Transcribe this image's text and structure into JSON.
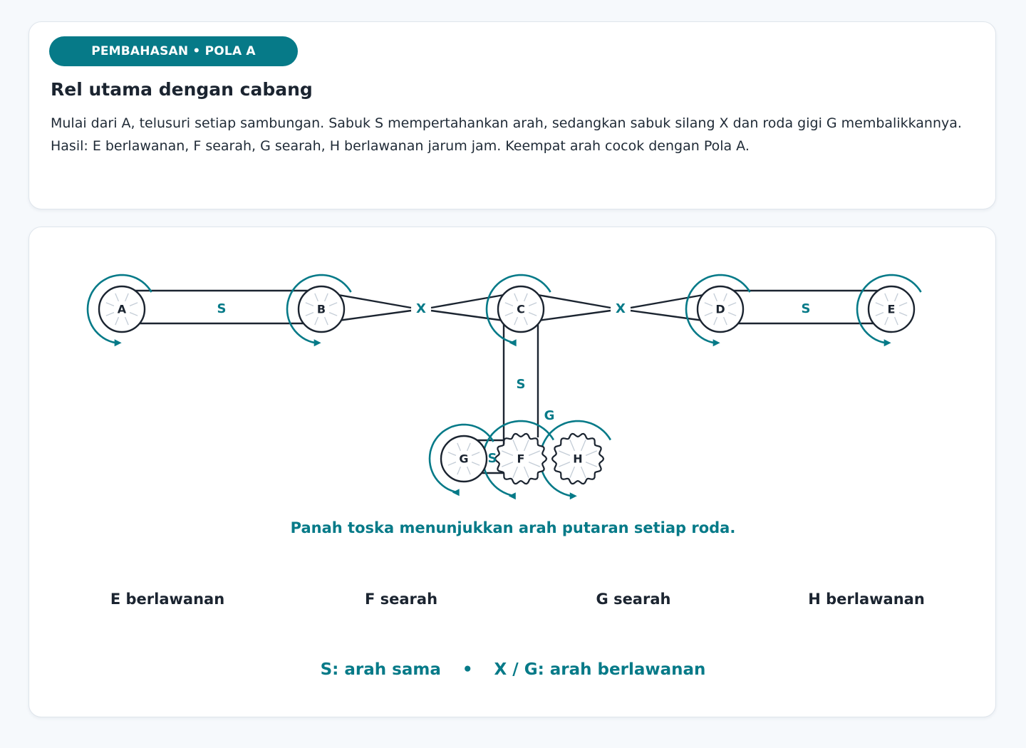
{
  "header": {
    "badge": "PEMBAHASAN • POLA A",
    "title": "Rel utama dengan cabang",
    "description": "Mulai dari A, telusuri setiap sambungan. Sabuk S mempertahankan arah, sedangkan sabuk silang X dan roda gigi G membalikkannya. Hasil: E berlawanan, F searah, G searah, H berlawanan jarum jam. Keempat arah cocok dengan Pola A."
  },
  "diagram": {
    "wheels": [
      {
        "id": "A",
        "label": "A",
        "kind": "pulley",
        "rotation": "searah"
      },
      {
        "id": "B",
        "label": "B",
        "kind": "pulley",
        "rotation": "searah"
      },
      {
        "id": "C",
        "label": "C",
        "kind": "pulley",
        "rotation": "berlawanan"
      },
      {
        "id": "D",
        "label": "D",
        "kind": "pulley",
        "rotation": "searah"
      },
      {
        "id": "E",
        "label": "E",
        "kind": "pulley",
        "rotation": "searah"
      },
      {
        "id": "G",
        "label": "G",
        "kind": "pulley",
        "rotation": "berlawanan"
      },
      {
        "id": "F",
        "label": "F",
        "kind": "gear",
        "rotation": "berlawanan"
      },
      {
        "id": "H",
        "label": "H",
        "kind": "gear",
        "rotation": "searah"
      }
    ],
    "connections": [
      {
        "from": "A",
        "to": "B",
        "type": "S"
      },
      {
        "from": "B",
        "to": "C",
        "type": "X"
      },
      {
        "from": "C",
        "to": "D",
        "type": "X"
      },
      {
        "from": "D",
        "to": "E",
        "type": "S"
      },
      {
        "from": "C",
        "to": "F",
        "type": "S"
      },
      {
        "from": "F",
        "to": "G",
        "type": "S"
      },
      {
        "from": "F",
        "to": "H",
        "type": "G"
      }
    ],
    "caption": "Panah toska menunjukkan arah putaran setiap roda."
  },
  "results": [
    {
      "label": "E berlawanan"
    },
    {
      "label": "F searah"
    },
    {
      "label": "G searah"
    },
    {
      "label": "H berlawanan"
    }
  ],
  "legend": {
    "same": "S: arah sama",
    "separator": "•",
    "opposite": "X / G: arah berlawanan"
  },
  "colors": {
    "accent": "#067a88",
    "ink": "#1b2430",
    "spoke": "#c3ccd6",
    "card": "#ffffff",
    "background": "#f6f9fc"
  }
}
